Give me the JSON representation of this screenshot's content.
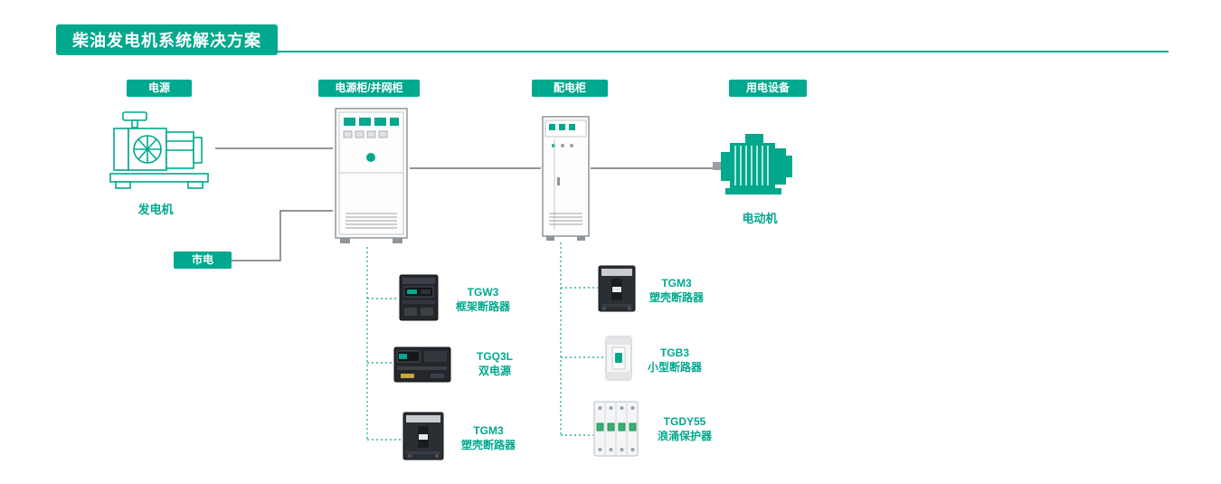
{
  "title": "柴油发电机系统解决方案",
  "colors": {
    "accent": "#00A88E",
    "line": "#555555",
    "cabinet_outline": "#8e959b",
    "breaker_dark": "#23272c"
  },
  "badges": {
    "power_source": "电源",
    "power_cabinet": "电源柜/并网柜",
    "distribution_cabinet": "配电柜",
    "electrical_equipment": "用电设备",
    "mains": "市电"
  },
  "equipment": {
    "generator": "发电机",
    "motor": "电动机"
  },
  "products": {
    "power_cabinet": [
      {
        "name": "TGW3",
        "desc": "框架断路器"
      },
      {
        "name": "TGQ3L",
        "desc": "双电源"
      },
      {
        "name": "TGM3",
        "desc": "塑壳断路器"
      }
    ],
    "distribution_cabinet": [
      {
        "name": "TGM3",
        "desc": "塑壳断路器"
      },
      {
        "name": "TGB3",
        "desc": "小型断路器"
      },
      {
        "name": "TGDY55",
        "desc": "浪涌保护器"
      }
    ]
  }
}
